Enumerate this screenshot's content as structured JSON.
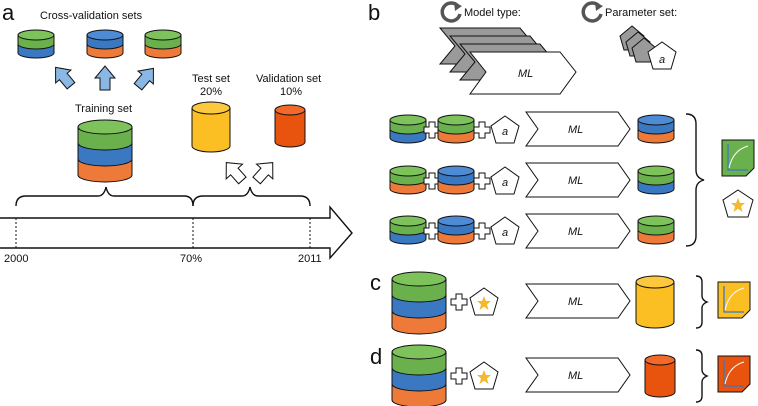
{
  "colors": {
    "green": "#6ab04c",
    "blue": "#3a78c2",
    "orange": "#ee7a3a",
    "yellow": "#fbbf24",
    "red_orange": "#e8540e",
    "light_blue_arrow": "#8ab8e4",
    "gray_card": "#9a9a9a",
    "star": "#f5b82e"
  },
  "panels": {
    "a": "a",
    "b": "b",
    "c": "c",
    "d": "d"
  },
  "panel_a": {
    "cv_title": "Cross-validation sets",
    "training_label": "Training set",
    "test_label": "Test set",
    "test_pct": "20%",
    "validation_label": "Validation set",
    "validation_pct": "10%",
    "timeline": {
      "start": "2000",
      "split": "70%",
      "end": "2011"
    }
  },
  "panel_b": {
    "model_type_label": "Model type:",
    "parameter_set_label": "Parameter set:",
    "ml_label": "ML",
    "param_symbol": "a"
  }
}
